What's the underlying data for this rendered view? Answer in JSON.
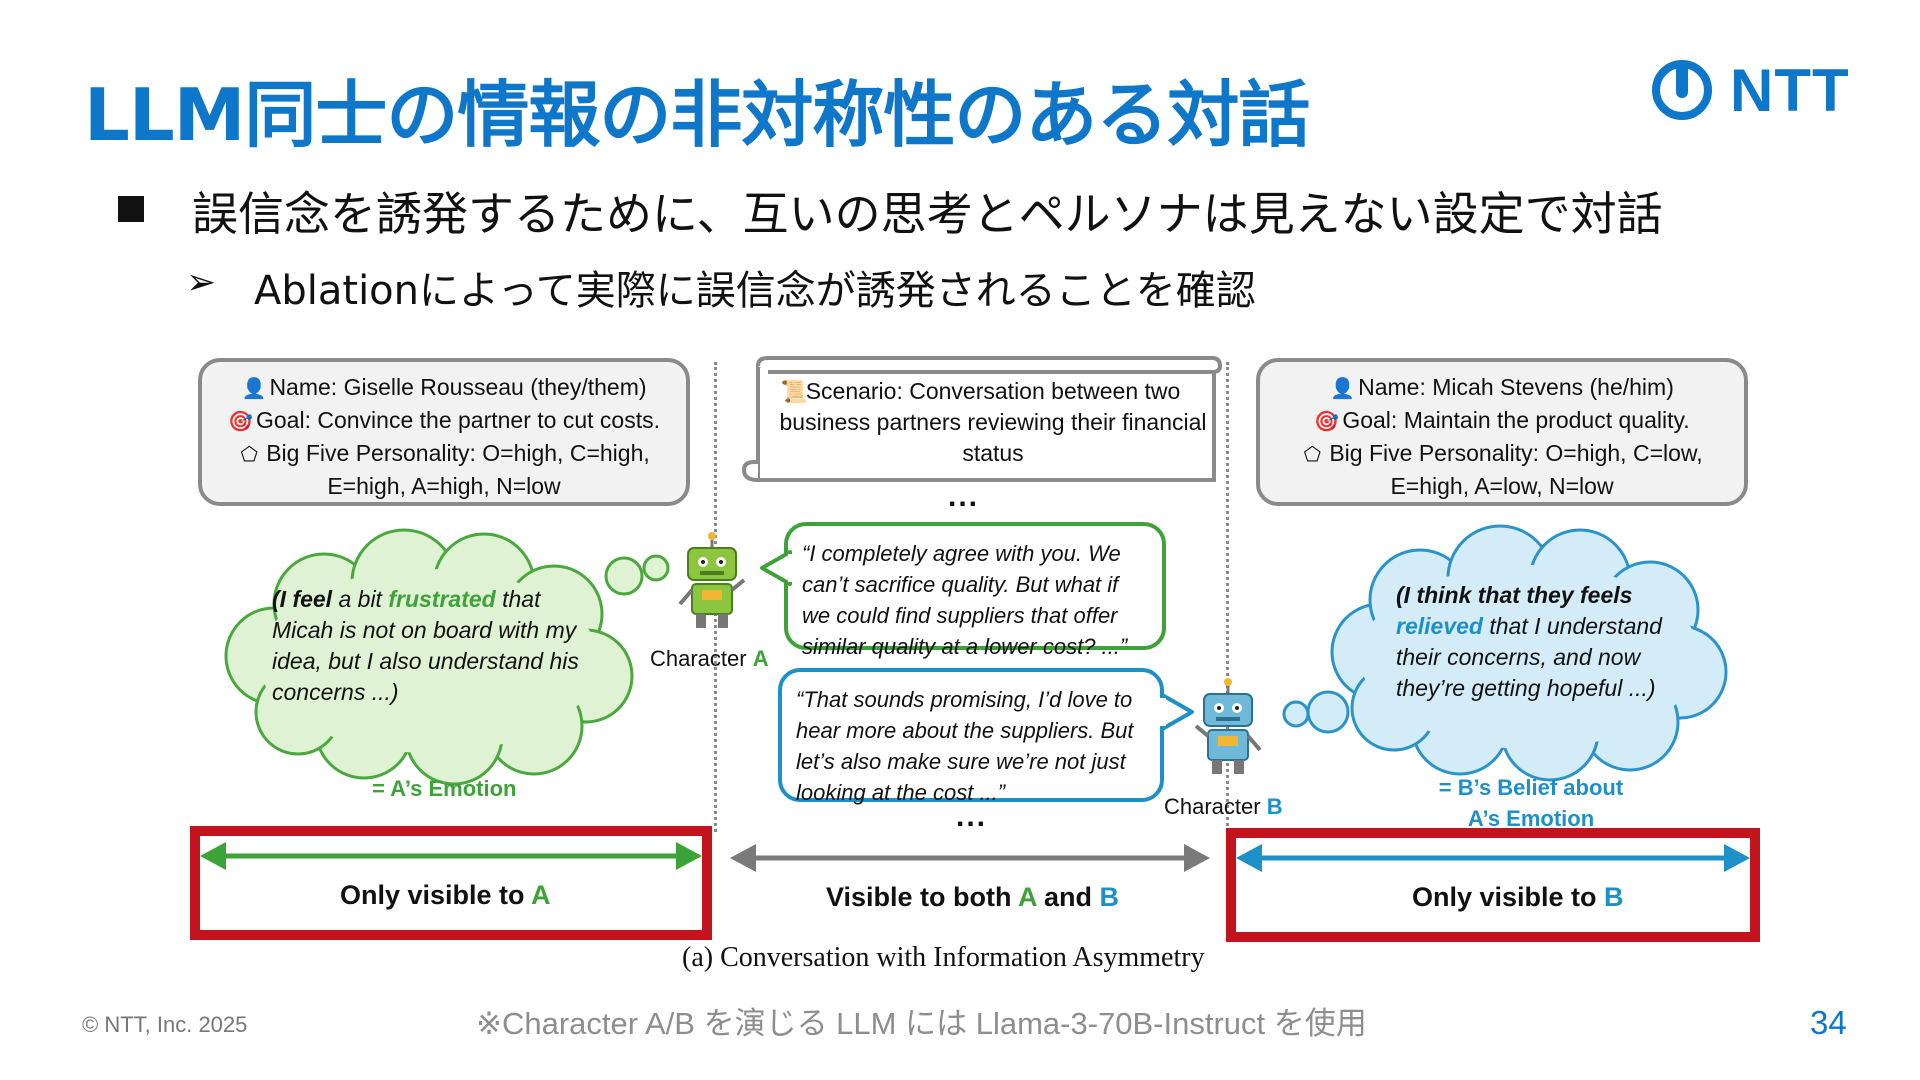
{
  "slide": {
    "title": "LLM同士の情報の非対称性のある対話",
    "logo_text": "NTT",
    "bullet1": "誤信念を誘発するために、互いの思考とペルソナは見えない設定で対話",
    "bullet2": "Ablationによって実際に誤信念が誘発されることを確認"
  },
  "figure": {
    "persona_a": {
      "name": "Name: Giselle Rousseau (they/them)",
      "goal": "Goal: Convince the partner to cut costs.",
      "personality_1": "Big Five Personality: O=high, C=high,",
      "personality_2": "E=high, A=high, N=low"
    },
    "persona_b": {
      "name": "Name: Micah Stevens (he/him)",
      "goal": "Goal: Maintain the product quality.",
      "personality_1": "Big Five Personality: O=high, C=low,",
      "personality_2": "E=high, A=low, N=low"
    },
    "scenario": "Scenario: Conversation between two business partners reviewing their financial status",
    "dots": "...",
    "thought_a": {
      "pre_bold": "(I feel",
      "mid": " a bit ",
      "highlight": "frustrated",
      "rest_1": " that",
      "line2": "Micah is not on board with my",
      "line3": "idea, but I also understand his",
      "line4": "concerns ...)"
    },
    "thought_b": {
      "line1": "(I think that they feels",
      "highlight": "relieved",
      "rest_2": " that I understand",
      "line3": "their concerns, and now",
      "line4": "they’re getting hopeful ...)"
    },
    "utterance_a": "“I completely agree with you. We can’t sacrifice quality. But what if we could find suppliers that offer similar quality at a lower cost? ...”",
    "utterance_b": "“That sounds promising, I’d love to hear more about the suppliers. But let’s also make sure we’re not just looking at the cost ...”",
    "character_a": {
      "prefix": "Character ",
      "letter": "A"
    },
    "character_b": {
      "prefix": "Character ",
      "letter": "B"
    },
    "emotion_a": "= A’s Emotion",
    "emotion_b_1": "= B’s Belief about",
    "emotion_b_2": "A’s Emotion",
    "only_a": {
      "prefix": "Only visible to ",
      "letter": "A"
    },
    "both": {
      "prefix": "Visible to both ",
      "a": "A",
      "and": " and ",
      "b": "B"
    },
    "only_b": {
      "prefix": "Only visible to ",
      "letter": "B"
    },
    "caption": "(a) Conversation with Information Asymmetry"
  },
  "footer": {
    "footnote": "※Character A/B を演じる LLM には Llama-3-70B-Instruct を使用",
    "copyright": "© NTT, Inc.  2025",
    "page_number": "34"
  },
  "colors": {
    "brand_blue": "#0f77c9",
    "green": "#3da238",
    "blue": "#1e90c8",
    "red": "#c3131c"
  }
}
